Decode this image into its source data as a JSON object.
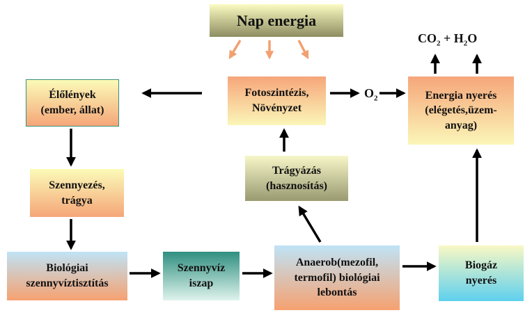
{
  "title": "Nap energia",
  "nodes": {
    "fotoszintezis": "Fotoszintézis,\nNövényzet",
    "elolenyek": "Élőlények\n(ember, állat)",
    "szennyezes": "Szennyezés,\ntrágya",
    "biologiai": "Biológiai\nszennyvíztisztítás",
    "szennyviz": "Szennyvíz\niszap",
    "anaerob": "Anaerob(mezofil,\ntermofil) biológiai\nlebontás",
    "biogaz": "Biogáz\nnyerés",
    "tragyazas": "Trágyázás\n(hasznosítás)",
    "energia": "Energia nyerés\n(elégetés,üzem-\nanyag)"
  },
  "o2": {
    "base": "O",
    "sub": "2"
  },
  "products": {
    "co2_base": "CO",
    "co2_sub": "2",
    "plus": " + ",
    "h2o_h": "H",
    "h2o_sub": "2",
    "h2o_o": "O"
  }
}
